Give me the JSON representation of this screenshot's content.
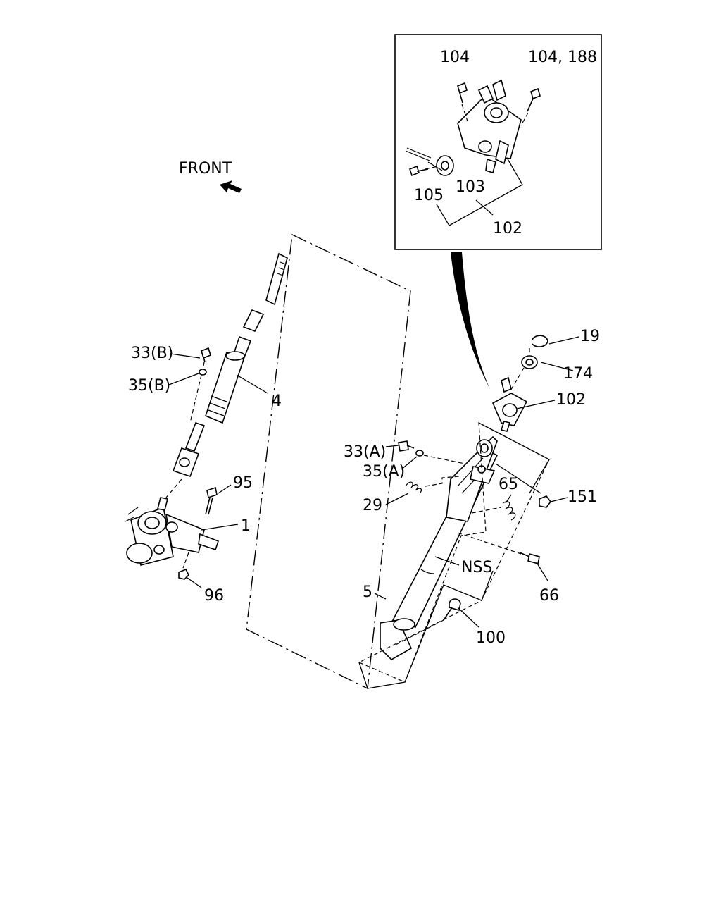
{
  "front_label": "FRONT",
  "callouts": {
    "c104": "104",
    "c104_188": "104, 188",
    "c105": "105",
    "c103": "103",
    "c102_inset": "102",
    "c19": "19",
    "c174": "174",
    "c102": "102",
    "c33b": "33(B)",
    "c35b": "35(B)",
    "c4": "4",
    "c95": "95",
    "c1": "1",
    "c96": "96",
    "c33a": "33(A)",
    "c35a": "35(A)",
    "c29": "29",
    "c65": "65",
    "c151": "151",
    "cnss": "NSS",
    "c66": "66",
    "c5": "5",
    "c100": "100"
  }
}
